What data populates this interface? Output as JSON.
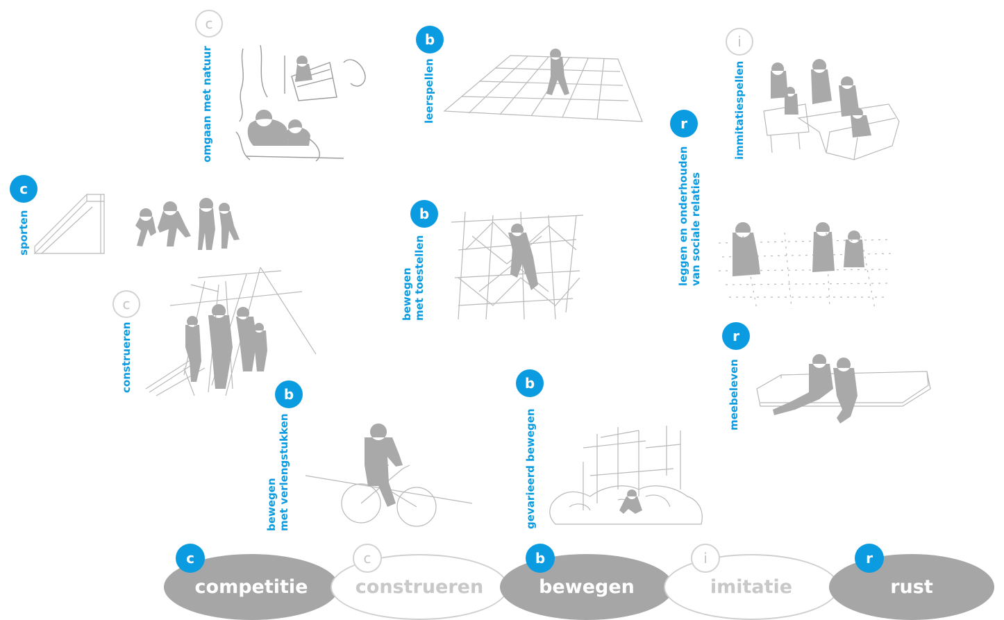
{
  "colors": {
    "accent": "#0a9be0",
    "sketch_gray": "#a9a9a9",
    "ellipse_gray": "#a6a6a6",
    "outline_gray": "#cfcfcf"
  },
  "activities": [
    {
      "id": "sporten",
      "badge": "c",
      "badge_style": "filled",
      "label": "sporten"
    },
    {
      "id": "omgaan-met-natuur",
      "badge": "c",
      "badge_style": "outline",
      "label": "omgaan met natuur"
    },
    {
      "id": "construeren",
      "badge": "c",
      "badge_style": "outline",
      "label": "construeren"
    },
    {
      "id": "leerspellen",
      "badge": "b",
      "badge_style": "filled",
      "label": "leerspellen"
    },
    {
      "id": "bewegen-met-toestellen",
      "badge": "b",
      "badge_style": "filled",
      "label_line1": "bewegen",
      "label_line2": "met toestellen"
    },
    {
      "id": "bewegen-met-verlengstukken",
      "badge": "b",
      "badge_style": "filled",
      "label_line1": "bewegen",
      "label_line2": "met verlengstukken"
    },
    {
      "id": "gevarieerd-bewegen",
      "badge": "b",
      "badge_style": "filled",
      "label": "gevarieerd bewegen"
    },
    {
      "id": "immitatiespellen",
      "badge": "i",
      "badge_style": "outline",
      "label": "immitatiespellen"
    },
    {
      "id": "sociale-relaties",
      "badge": "r",
      "badge_style": "filled",
      "label_line1": "leggen en onderhouden",
      "label_line2": "van sociale relaties"
    },
    {
      "id": "meebeleven",
      "badge": "r",
      "badge_style": "filled",
      "label": "meebeleven"
    }
  ],
  "categories": [
    {
      "letter": "c",
      "label": "competitie",
      "style": "filled"
    },
    {
      "letter": "c",
      "label": "construeren",
      "style": "outline"
    },
    {
      "letter": "b",
      "label": "bewegen",
      "style": "filled"
    },
    {
      "letter": "i",
      "label": "imitatie",
      "style": "outline"
    },
    {
      "letter": "r",
      "label": "rust",
      "style": "filled"
    }
  ]
}
